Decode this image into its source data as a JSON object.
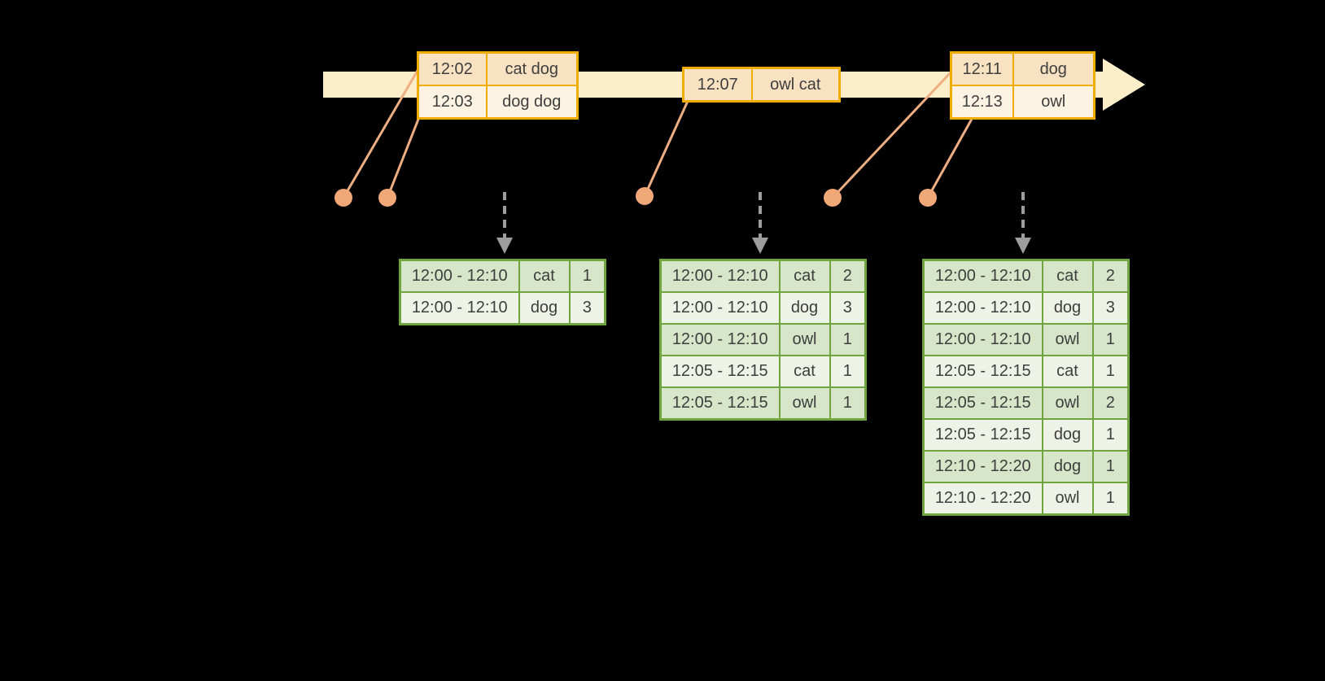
{
  "event_tables": [
    {
      "rows": [
        {
          "time": "12:02",
          "words": "cat dog"
        },
        {
          "time": "12:03",
          "words": "dog dog"
        }
      ]
    },
    {
      "rows": [
        {
          "time": "12:07",
          "words": "owl cat"
        }
      ]
    },
    {
      "rows": [
        {
          "time": "12:11",
          "words": "dog"
        },
        {
          "time": "12:13",
          "words": "owl"
        }
      ]
    }
  ],
  "result_tables": [
    {
      "rows": [
        {
          "window": "12:00 - 12:10",
          "word": "cat",
          "count": "1"
        },
        {
          "window": "12:00 - 12:10",
          "word": "dog",
          "count": "3"
        }
      ]
    },
    {
      "rows": [
        {
          "window": "12:00 - 12:10",
          "word": "cat",
          "count": "2"
        },
        {
          "window": "12:00 - 12:10",
          "word": "dog",
          "count": "3"
        },
        {
          "window": "12:00 - 12:10",
          "word": "owl",
          "count": "1"
        },
        {
          "window": "12:05 - 12:15",
          "word": "cat",
          "count": "1"
        },
        {
          "window": "12:05 - 12:15",
          "word": "owl",
          "count": "1"
        }
      ]
    },
    {
      "rows": [
        {
          "window": "12:00 - 12:10",
          "word": "cat",
          "count": "2"
        },
        {
          "window": "12:00 - 12:10",
          "word": "dog",
          "count": "3"
        },
        {
          "window": "12:00 - 12:10",
          "word": "owl",
          "count": "1"
        },
        {
          "window": "12:05 - 12:15",
          "word": "cat",
          "count": "1"
        },
        {
          "window": "12:05 - 12:15",
          "word": "owl",
          "count": "2"
        },
        {
          "window": "12:05 - 12:15",
          "word": "dog",
          "count": "1"
        },
        {
          "window": "12:10 - 12:20",
          "word": "dog",
          "count": "1"
        },
        {
          "window": "12:10 - 12:20",
          "word": "owl",
          "count": "1"
        }
      ]
    }
  ],
  "palette": {
    "background": "#000000",
    "timeline_fill": "#fbeec9",
    "event_table_border": "#f0ad00",
    "event_row_fill_a": "#f9e2c1",
    "event_row_fill_b": "#fdf3e2",
    "connector_line": "#eeae83",
    "event_dot": "#f1a878",
    "trigger_arrow": "#9d9d9d",
    "result_table_border": "#6fa43f",
    "result_row_fill_a": "#d7e5c9",
    "result_row_fill_b": "#eef3e8",
    "text": "#3e3e3e"
  }
}
